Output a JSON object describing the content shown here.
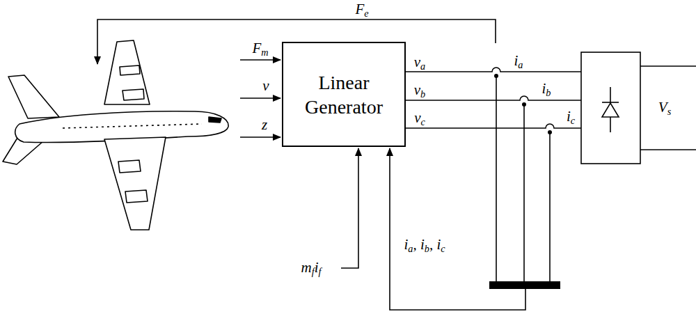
{
  "diagram": {
    "nodes": [
      {
        "text": [
          "Linear Generator"
        ]
      }
    ],
    "labels": [
      "Fe",
      "Fm",
      "v",
      "z",
      "va",
      "ia",
      "vb",
      "ib",
      "vc",
      "ic",
      "Vs",
      "mfif",
      "ia, ib, ic"
    ]
  }
}
